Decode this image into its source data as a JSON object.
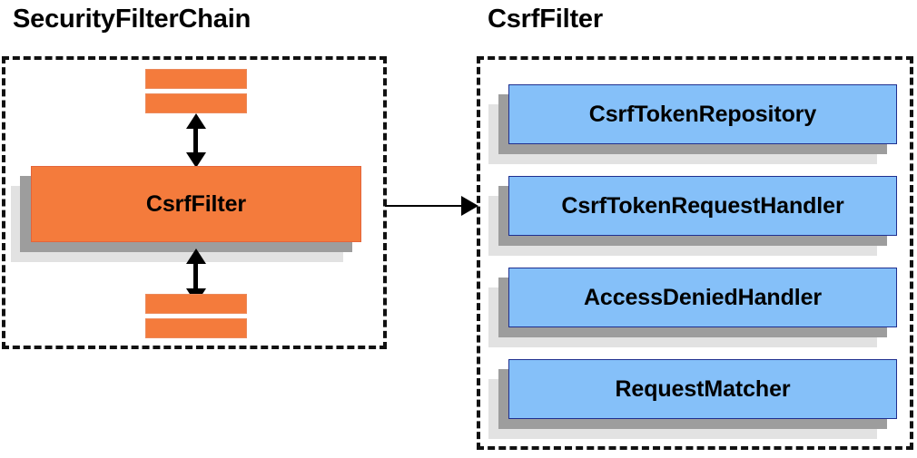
{
  "diagram": {
    "title_left": "SecurityFilterChain",
    "title_right": "CsrfFilter",
    "colors": {
      "node_orange": "#f47b3c",
      "node_blue": "#85c0f9",
      "blue_border": "#1f2f8f",
      "shadow_mid": "#9d9d9d",
      "shadow_far": "#e2e2e2",
      "panel_border": "#111111",
      "arrow": "#000000"
    }
  },
  "left_panel": {
    "title": "SecurityFilterChain",
    "highlight_node": {
      "label": "CsrfFilter"
    },
    "slivers_above": 2,
    "slivers_below": 2,
    "arrow_above": "bidirectional-vertical",
    "arrow_below": "bidirectional-vertical"
  },
  "connector": {
    "kind": "arrow-right",
    "from": "SecurityFilterChain",
    "to": "CsrfFilter"
  },
  "right_panel": {
    "title": "CsrfFilter",
    "nodes": [
      {
        "label": "CsrfTokenRepository"
      },
      {
        "label": "CsrfTokenRequestHandler"
      },
      {
        "label": "AccessDeniedHandler"
      },
      {
        "label": "RequestMatcher"
      }
    ]
  }
}
